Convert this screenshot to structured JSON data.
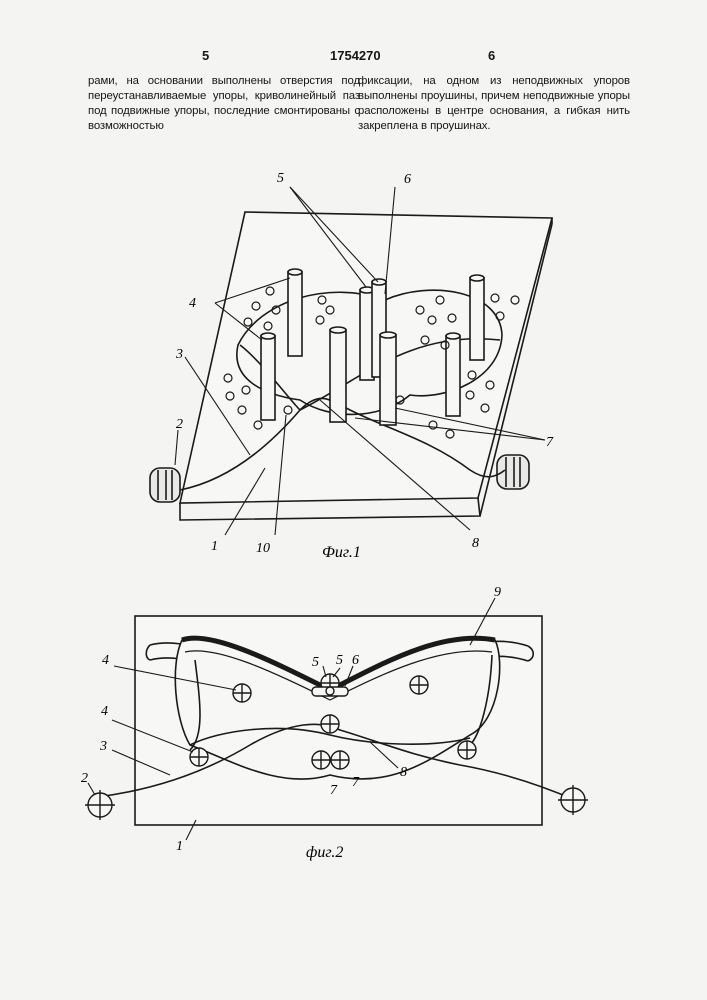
{
  "header": {
    "page_left": "5",
    "patent_number": "1754270",
    "page_right": "6"
  },
  "text": {
    "left_column": "рами, на основании выполнены отверстия под переустанавливаемые упоры, криволинейный паз под подвижные упоры, последние смонтированы с возможностью",
    "right_column": "фиксации, на одном из неподвижных упоров выполнены проушины, причем неподвижные упоры расположены в центре основания, а гибкая нить закреплена в проушинах."
  },
  "figure1": {
    "caption": "Фиг.1",
    "labels": {
      "l1": "1",
      "l2": "2",
      "l3": "3",
      "l4": "4",
      "l5": "5",
      "l6": "6",
      "l7": "7",
      "l8": "8",
      "l10": "10"
    }
  },
  "figure2": {
    "caption": "фиг.2",
    "labels": {
      "l1": "1",
      "l2": "2",
      "l3": "3",
      "l4a": "4",
      "l4b": "4",
      "l5a": "5",
      "l5b": "5",
      "l6": "6",
      "l7a": "7",
      "l7b": "7",
      "l8": "8",
      "l9": "9"
    }
  }
}
